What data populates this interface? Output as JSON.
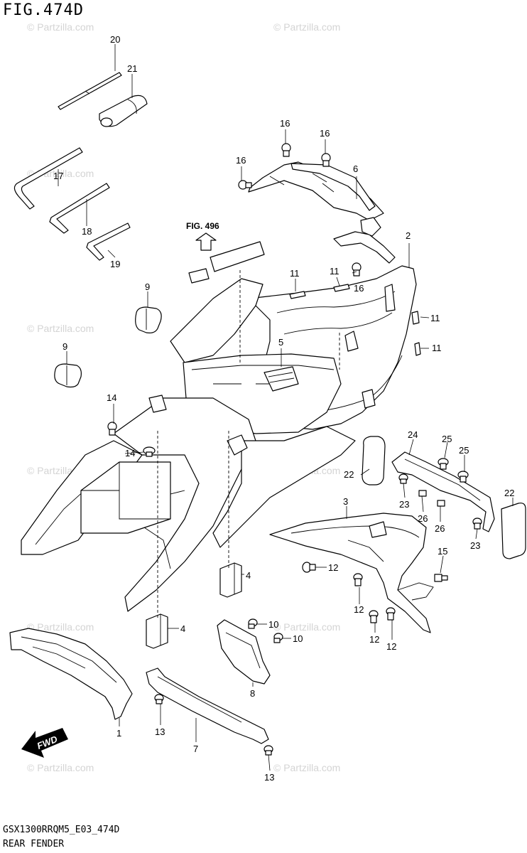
{
  "header": {
    "title": "FIG.474D"
  },
  "footer": {
    "code": "GSX1300RRQM5_E03_474D",
    "name": "REAR FENDER"
  },
  "watermark": "© Partzilla.com",
  "figure_ref": "FIG. 496",
  "fwd_label": "FWD",
  "callouts": {
    "c1": "1",
    "c2": "2",
    "c3": "3",
    "c4a": "4",
    "c4b": "4",
    "c5": "5",
    "c6": "6",
    "c7": "7",
    "c8": "8",
    "c9a": "9",
    "c9b": "9",
    "c10a": "10",
    "c10b": "10",
    "c11a": "11",
    "c11b": "11",
    "c11c": "11",
    "c11d": "11",
    "c12a": "12",
    "c12b": "12",
    "c12c": "12",
    "c12d": "12",
    "c13a": "13",
    "c13b": "13",
    "c14a": "14",
    "c14b": "14",
    "c15": "15",
    "c16a": "16",
    "c16b": "16",
    "c16c": "16",
    "c16d": "16",
    "c17": "17",
    "c18": "18",
    "c19": "19",
    "c20": "20",
    "c21": "21",
    "c22a": "22",
    "c22b": "22",
    "c23a": "23",
    "c23b": "23",
    "c24": "24",
    "c25a": "25",
    "c25b": "25",
    "c26a": "26",
    "c26b": "26"
  }
}
